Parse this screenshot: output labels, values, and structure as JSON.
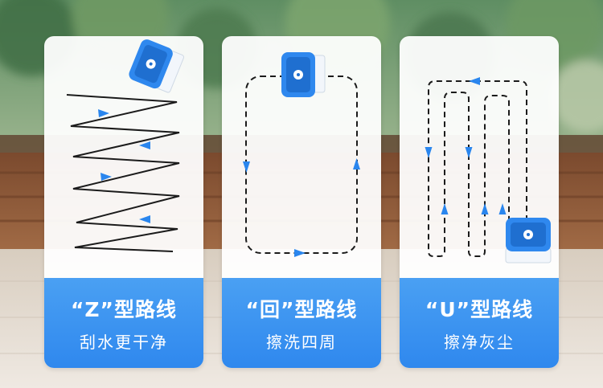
{
  "colors": {
    "accent": "#2f88ee",
    "accent_light": "#4aa0f3",
    "path_line": "#1b1b1b",
    "arrow": "#2a86ee",
    "card_bg": "#ffffff",
    "text_on_accent": "#ffffff"
  },
  "cards": [
    {
      "id": "z",
      "title": "“Z”型路线",
      "subtitle": "刮水更干净",
      "icon": "window-cleaner-robot-icon"
    },
    {
      "id": "hui",
      "title": "“回”型路线",
      "subtitle": "擦洗四周",
      "icon": "window-cleaner-robot-icon"
    },
    {
      "id": "u",
      "title": "“U”型路线",
      "subtitle": "擦净灰尘",
      "icon": "window-cleaner-robot-icon"
    }
  ]
}
